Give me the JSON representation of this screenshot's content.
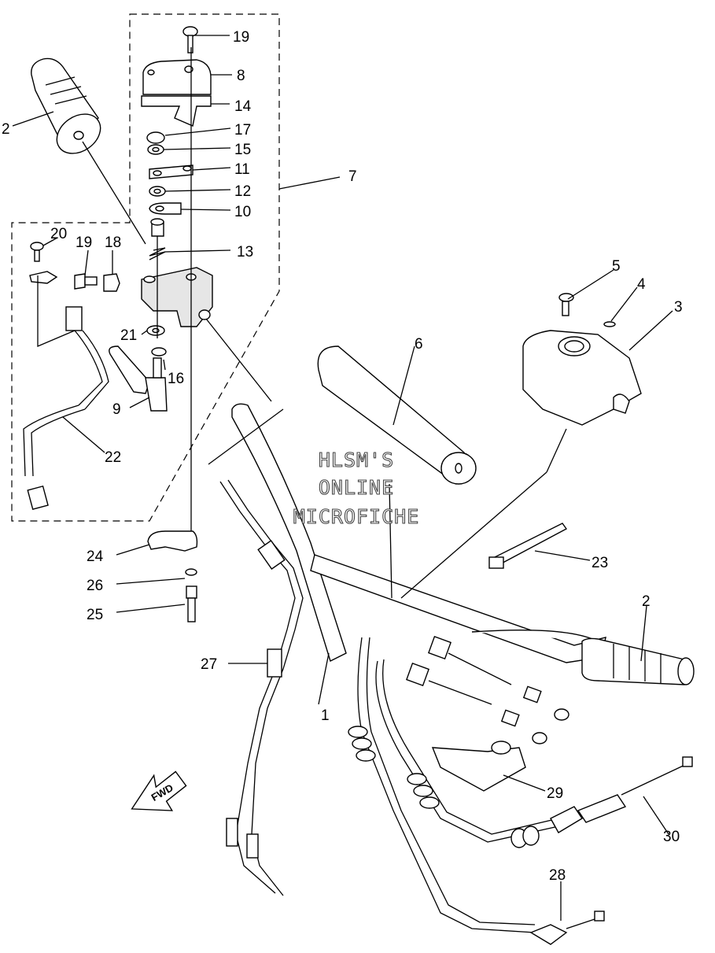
{
  "watermark": {
    "line1": "HLSM'S",
    "line2": "ONLINE",
    "line3": "MICROFICHE"
  },
  "direction_arrow": {
    "label": "FWD",
    "icon": "forward-arrow-icon"
  },
  "callouts": [
    {
      "id": "c1",
      "label": "1"
    },
    {
      "id": "c2a",
      "label": "2"
    },
    {
      "id": "c2b",
      "label": "2"
    },
    {
      "id": "c3",
      "label": "3"
    },
    {
      "id": "c4",
      "label": "4"
    },
    {
      "id": "c5",
      "label": "5"
    },
    {
      "id": "c6",
      "label": "6"
    },
    {
      "id": "c7",
      "label": "7"
    },
    {
      "id": "c8",
      "label": "8"
    },
    {
      "id": "c9",
      "label": "9"
    },
    {
      "id": "c10",
      "label": "10"
    },
    {
      "id": "c11",
      "label": "11"
    },
    {
      "id": "c12",
      "label": "12"
    },
    {
      "id": "c13",
      "label": "13"
    },
    {
      "id": "c14",
      "label": "14"
    },
    {
      "id": "c15",
      "label": "15"
    },
    {
      "id": "c16",
      "label": "16"
    },
    {
      "id": "c17",
      "label": "17"
    },
    {
      "id": "c18",
      "label": "18"
    },
    {
      "id": "c19a",
      "label": "19"
    },
    {
      "id": "c19b",
      "label": "19"
    },
    {
      "id": "c20",
      "label": "20"
    },
    {
      "id": "c21",
      "label": "21"
    },
    {
      "id": "c22",
      "label": "22"
    },
    {
      "id": "c23",
      "label": "23"
    },
    {
      "id": "c24",
      "label": "24"
    },
    {
      "id": "c25",
      "label": "25"
    },
    {
      "id": "c26",
      "label": "26"
    },
    {
      "id": "c27",
      "label": "27"
    },
    {
      "id": "c28",
      "label": "28"
    },
    {
      "id": "c29",
      "label": "29"
    },
    {
      "id": "c30",
      "label": "30"
    }
  ]
}
